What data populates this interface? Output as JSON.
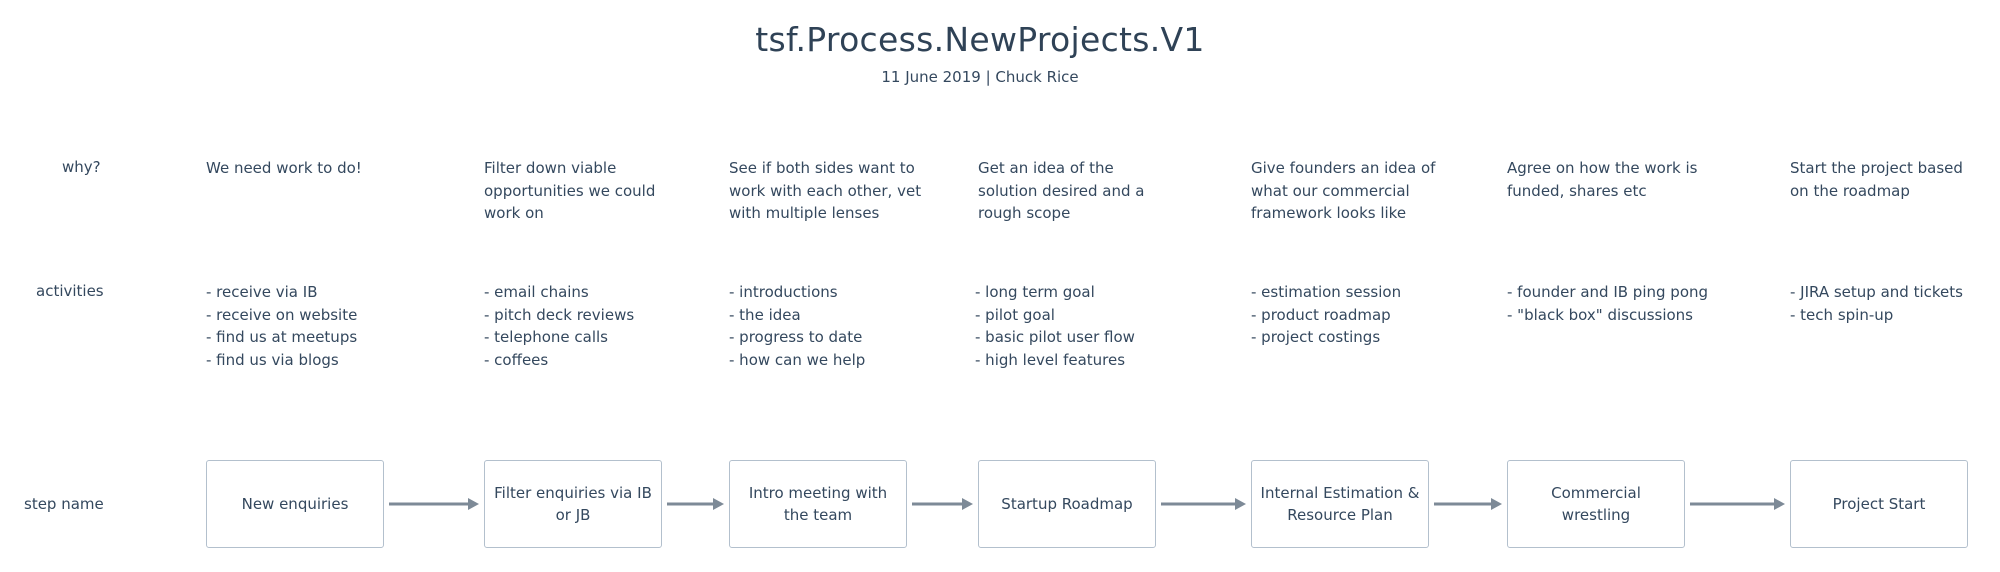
{
  "header": {
    "title": "tsf.Process.NewProjects.V1",
    "subtitle": "11 June 2019 | Chuck Rice"
  },
  "row_labels": {
    "why": "why?",
    "activities": "activities",
    "step_name": "step name"
  },
  "steps": [
    {
      "name": "New enquiries",
      "why": [
        "We need work to do!"
      ],
      "activities": [
        "- receive via IB",
        "- receive on website",
        "- find us at meetups",
        "- find us via blogs"
      ]
    },
    {
      "name": "Filter enquiries via IB or JB",
      "why": [
        "Filter down viable",
        "opportunities we could",
        "work on"
      ],
      "activities": [
        "- email chains",
        "- pitch deck reviews",
        "- telephone calls",
        "- coffees"
      ]
    },
    {
      "name": "Intro meeting with the team",
      "why": [
        "See if both sides want to",
        "work with each other, vet",
        "with multiple lenses"
      ],
      "activities": [
        "- introductions",
        "- the idea",
        "- progress to date",
        "- how can we help"
      ]
    },
    {
      "name": "Startup Roadmap",
      "why": [
        "Get an idea of the",
        "solution desired and a",
        "rough scope"
      ],
      "activities": [
        "- long term goal",
        "- pilot goal",
        "- basic pilot user flow",
        "- high level features"
      ]
    },
    {
      "name": "Internal Estimation & Resource Plan",
      "why": [
        "Give founders an idea of",
        "what our commercial",
        "framework looks like"
      ],
      "activities": [
        "- estimation session",
        "- product roadmap",
        "- project costings"
      ]
    },
    {
      "name": "Commercial wrestling",
      "why": [
        "Agree on how the work is",
        "funded, shares etc"
      ],
      "activities": [
        "- founder and IB ping pong",
        "- \"black box\" discussions"
      ]
    },
    {
      "name": "Project Start",
      "why": [
        "Start the project based",
        "on the roadmap"
      ],
      "activities": [
        "- JIRA setup and tickets",
        "- tech spin-up"
      ]
    }
  ],
  "colors": {
    "text": "#34485e",
    "box_border": "#b3c0cd",
    "arrow": "#7d8a97"
  }
}
